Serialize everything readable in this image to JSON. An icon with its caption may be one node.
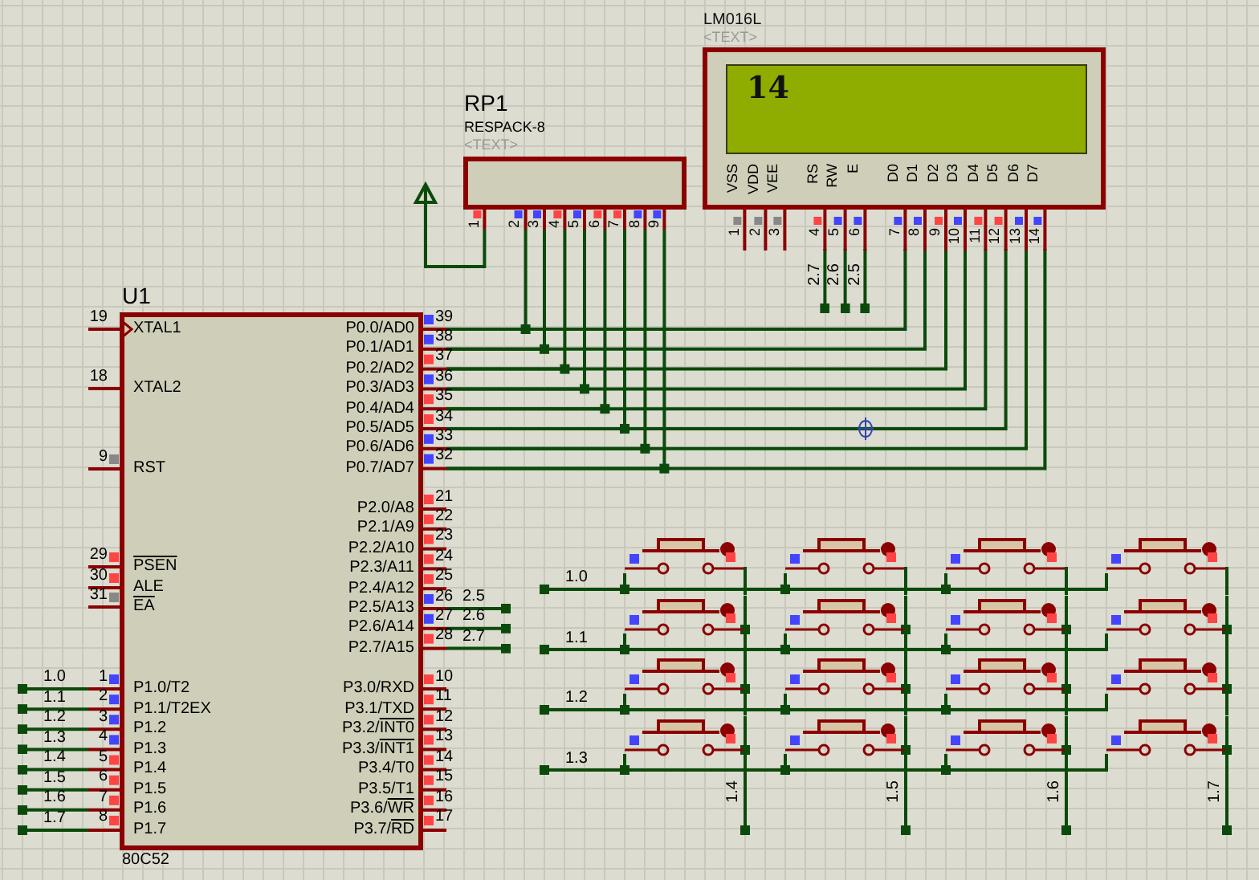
{
  "diagram": {
    "nodes": [
      {
        "text": [
          "LM016L",
          "<TEXT>",
          "VSS",
          "VDD",
          "VEE",
          "RS",
          "RW",
          "E",
          "D0",
          "D1",
          "D2",
          "D3",
          "D4",
          "D5",
          "D6",
          "D7"
        ],
        "beside": [
          "1",
          "2",
          "3",
          "4",
          "5",
          "6",
          "7",
          "8",
          "9",
          "10",
          "11",
          "12",
          "13",
          "14"
        ]
      },
      {
        "text": [
          "14"
        ],
        "in": 0
      },
      {
        "text": [
          "RP1",
          "RESPACK-8",
          "<TEXT>"
        ],
        "beside": [
          "1",
          "2",
          "3",
          "4",
          "5",
          "6",
          "7",
          "8",
          "9"
        ]
      },
      {
        "text": [],
        "shape": "arrow"
      },
      {
        "text": [
          "U1",
          "XTAL1",
          "XTAL2",
          "RST",
          "PSEN",
          "ALE",
          "EA",
          "P1.0/T2",
          "P1.1/T2EX",
          "P1.2",
          "P1.3",
          "P1.4",
          "P1.5",
          "P1.6",
          "P1.7",
          "P0.0/AD0",
          "P0.1/AD1",
          "P0.2/AD2",
          "P0.3/AD3",
          "P0.4/AD4",
          "P0.5/AD5",
          "P0.6/AD6",
          "P0.7/AD7",
          "P2.0/A8",
          "P2.1/A9",
          "P2.2/A10",
          "P2.3/A11",
          "P2.4/A12",
          "P2.5/A13",
          "P2.6/A14",
          "P2.7/A15",
          "P3.0/RXD",
          "P3.1/TXD",
          "P3.2/INT0",
          "P3.3/INT1",
          "P3.4/T0",
          "P3.5/T1",
          "P3.6/WR",
          "P3.7/RD",
          "80C52"
        ],
        "beside": [
          "19",
          "18",
          "9",
          "29",
          "30",
          "31",
          "1",
          "2",
          "3",
          "4",
          "5",
          "6",
          "7",
          "8",
          "39",
          "38",
          "37",
          "36",
          "35",
          "34",
          "33",
          "32",
          "21",
          "22",
          "23",
          "24",
          "25",
          "26",
          "27",
          "28",
          "10",
          "11",
          "12",
          "13",
          "14",
          "15",
          "16",
          "17"
        ]
      },
      {
        "text": [],
        "shape": "button"
      },
      {
        "text": [],
        "shape": "button"
      },
      {
        "text": [],
        "shape": "button"
      },
      {
        "text": [],
        "shape": "button"
      },
      {
        "text": [],
        "shape": "button"
      },
      {
        "text": [],
        "shape": "button"
      },
      {
        "text": [],
        "shape": "button"
      },
      {
        "text": [],
        "shape": "button"
      },
      {
        "text": [],
        "shape": "button"
      },
      {
        "text": [],
        "shape": "button"
      },
      {
        "text": [],
        "shape": "button"
      },
      {
        "text": [],
        "shape": "button"
      },
      {
        "text": [],
        "shape": "button"
      },
      {
        "text": [],
        "shape": "button"
      },
      {
        "text": [],
        "shape": "button"
      },
      {
        "text": [],
        "shape": "button"
      }
    ],
    "edges": [
      {
        "from": 2,
        "to": 3,
        "arrow": "none"
      },
      {
        "from": 4,
        "to": 0,
        "arrow": "none"
      },
      {
        "from": 4,
        "to": 0,
        "arrow": "none"
      },
      {
        "from": 4,
        "to": 0,
        "arrow": "none"
      },
      {
        "from": 4,
        "to": 0,
        "arrow": "none"
      },
      {
        "from": 4,
        "to": 0,
        "arrow": "none"
      },
      {
        "from": 4,
        "to": 0,
        "arrow": "none"
      },
      {
        "from": 4,
        "to": 0,
        "arrow": "none"
      },
      {
        "from": 4,
        "to": 0,
        "arrow": "none"
      },
      {
        "from": 2,
        "to": 4,
        "arrow": "none"
      },
      {
        "from": 2,
        "to": 4,
        "arrow": "none"
      },
      {
        "from": 2,
        "to": 4,
        "arrow": "none"
      },
      {
        "from": 2,
        "to": 4,
        "arrow": "none"
      },
      {
        "from": 2,
        "to": 4,
        "arrow": "none"
      },
      {
        "from": 2,
        "to": 4,
        "arrow": "none"
      },
      {
        "from": 2,
        "to": 4,
        "arrow": "none"
      },
      {
        "from": 2,
        "to": 4,
        "arrow": "none"
      },
      {
        "from": 0,
        "to": null,
        "arrow": "other",
        "label": "2.7"
      },
      {
        "from": 0,
        "to": null,
        "arrow": "other",
        "label": "2.6"
      },
      {
        "from": 0,
        "to": null,
        "arrow": "other",
        "label": "2.5"
      },
      {
        "from": 4,
        "to": null,
        "arrow": "other",
        "label": "2.5"
      },
      {
        "from": 4,
        "to": null,
        "arrow": "other",
        "label": "2.6"
      },
      {
        "from": 4,
        "to": null,
        "arrow": "other",
        "label": "2.7"
      },
      {
        "from": 4,
        "to": null,
        "arrow": "other",
        "label": "1.0"
      },
      {
        "from": 4,
        "to": null,
        "arrow": "other",
        "label": "1.1"
      },
      {
        "from": 4,
        "to": null,
        "arrow": "other",
        "label": "1.2"
      },
      {
        "from": 4,
        "to": null,
        "arrow": "other",
        "label": "1.3"
      },
      {
        "from": 4,
        "to": null,
        "arrow": "other",
        "label": "1.4"
      },
      {
        "from": 4,
        "to": null,
        "arrow": "other",
        "label": "1.5"
      },
      {
        "from": 4,
        "to": null,
        "arrow": "other",
        "label": "1.6"
      },
      {
        "from": 4,
        "to": null,
        "arrow": "other",
        "label": "1.7"
      },
      {
        "from": 5,
        "to": 6,
        "arrow": "none"
      },
      {
        "from": 6,
        "to": 7,
        "arrow": "none"
      },
      {
        "from": 7,
        "to": 8,
        "arrow": "none"
      },
      {
        "from": 9,
        "to": 10,
        "arrow": "none"
      },
      {
        "from": 10,
        "to": 11,
        "arrow": "none"
      },
      {
        "from": 11,
        "to": 12,
        "arrow": "none"
      },
      {
        "from": 13,
        "to": 14,
        "arrow": "none"
      },
      {
        "from": 14,
        "to": 15,
        "arrow": "none"
      },
      {
        "from": 15,
        "to": 16,
        "arrow": "none"
      },
      {
        "from": 17,
        "to": 18,
        "arrow": "none"
      },
      {
        "from": 18,
        "to": 19,
        "arrow": "none"
      },
      {
        "from": 19,
        "to": 20,
        "arrow": "none"
      },
      {
        "from": 5,
        "to": 9,
        "arrow": "none"
      },
      {
        "from": 9,
        "to": 13,
        "arrow": "none"
      },
      {
        "from": 13,
        "to": 17,
        "arrow": "none"
      },
      {
        "from": 6,
        "to": 10,
        "arrow": "none"
      },
      {
        "from": 10,
        "to": 14,
        "arrow": "none"
      },
      {
        "from": 14,
        "to": 18,
        "arrow": "none"
      },
      {
        "from": 7,
        "to": 11,
        "arrow": "none"
      },
      {
        "from": 11,
        "to": 15,
        "arrow": "none"
      },
      {
        "from": 15,
        "to": 19,
        "arrow": "none"
      },
      {
        "from": 8,
        "to": 12,
        "arrow": "none"
      },
      {
        "from": 12,
        "to": 16,
        "arrow": "none"
      },
      {
        "from": 16,
        "to": 20,
        "arrow": "none"
      },
      {
        "from": null,
        "to": 5,
        "arrow": "other",
        "label": "1.0"
      },
      {
        "from": null,
        "to": 9,
        "arrow": "other",
        "label": "1.1"
      },
      {
        "from": null,
        "to": 13,
        "arrow": "other",
        "label": "1.2"
      },
      {
        "from": null,
        "to": 17,
        "arrow": "other",
        "label": "1.3"
      },
      {
        "from": 17,
        "to": null,
        "arrow": "other",
        "label": "1.4"
      },
      {
        "from": 18,
        "to": null,
        "arrow": "other",
        "label": "1.5"
      },
      {
        "from": 19,
        "to": null,
        "arrow": "other",
        "label": "1.6"
      },
      {
        "from": 20,
        "to": null,
        "arrow": "other",
        "label": "1.7"
      }
    ]
  }
}
